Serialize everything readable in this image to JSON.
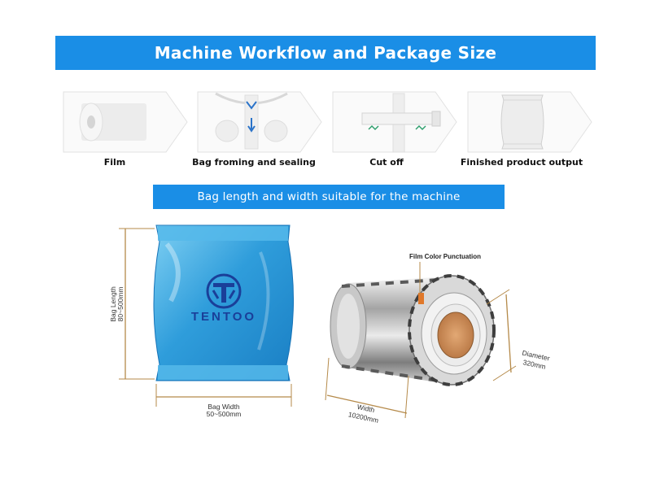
{
  "title": "Machine Workflow and Package Size",
  "workflow": {
    "steps": [
      {
        "label": "Film",
        "icon": "film-roll-icon"
      },
      {
        "label": "Bag froming and sealing",
        "icon": "bag-forming-icon"
      },
      {
        "label": "Cut off",
        "icon": "cut-off-icon"
      },
      {
        "label": "Finished product output",
        "icon": "finished-bag-icon"
      }
    ]
  },
  "subtitle": "Bag length and width suitable for the machine",
  "bag": {
    "brand": "TENTOO",
    "length_label_line1": "Bag Length",
    "length_label_line2": "80~500mm",
    "width_label_line1": "Bag Width",
    "width_label_line2": "50~500mm"
  },
  "film": {
    "punctuation_label": "Film Color Punctuation",
    "width_label_line1": "Width",
    "width_label_line2": "10200mm",
    "diameter_label_line1": "Diameter",
    "diameter_label_line2": "320mm"
  },
  "colors": {
    "banner": "#1a8ee6",
    "bag": "#3aa7e0",
    "dimension_line": "#b58a4a",
    "core": "#c98a55",
    "marker": "#e0782a"
  }
}
